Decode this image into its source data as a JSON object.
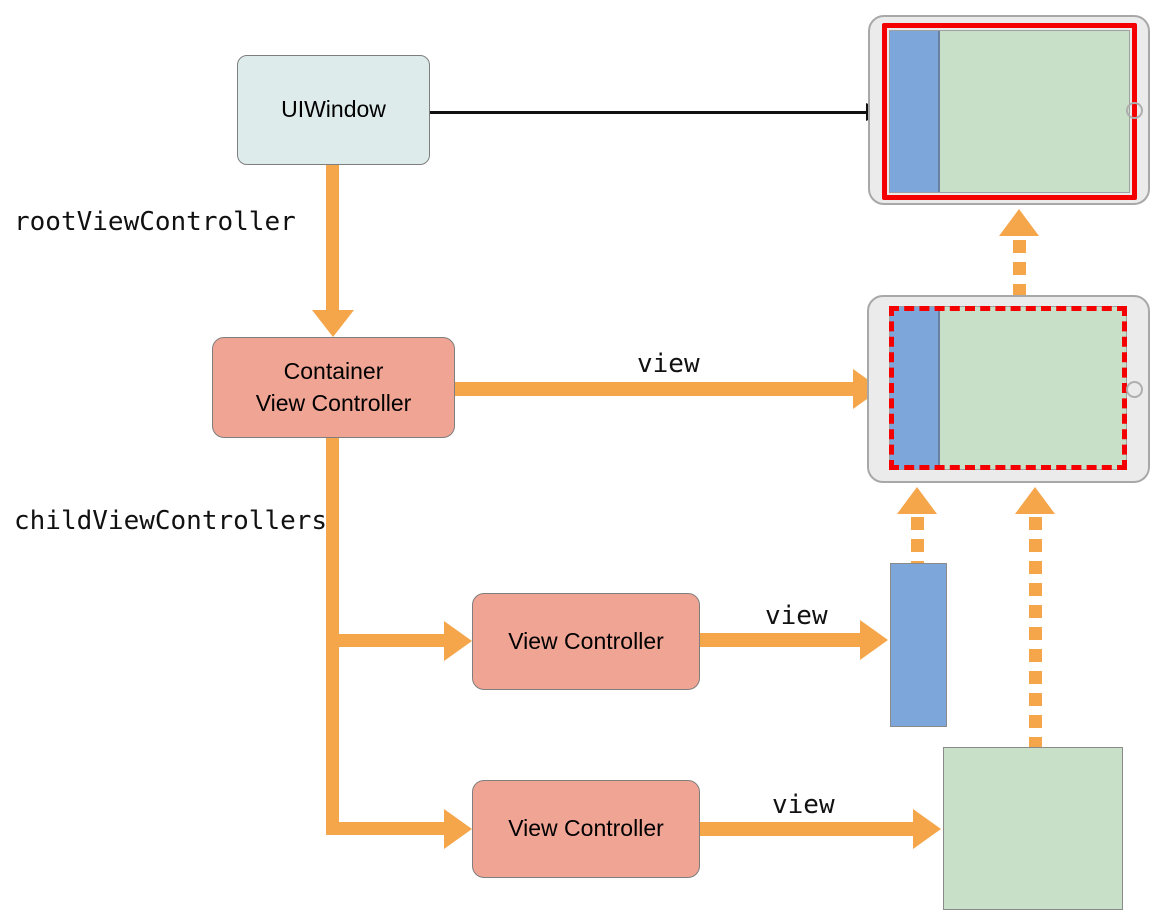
{
  "nodes": {
    "uiwindow": {
      "label": "UIWindow"
    },
    "container_vc": {
      "line1": "Container",
      "line2": "View Controller"
    },
    "child_vc_1": {
      "label": "View Controller"
    },
    "child_vc_2": {
      "label": "View Controller"
    }
  },
  "labels": {
    "root_view_controller": "rootViewController",
    "child_view_controllers": "childViewControllers",
    "view_container": "view",
    "view_child_1": "view",
    "view_child_2": "view"
  },
  "colors": {
    "arrow_orange": "#f5a54a",
    "node_salmon": "#f0a494",
    "node_window_fill": "#deebeb",
    "sidebar_blue": "#7da7da",
    "content_green": "#c8dfc8",
    "highlight_red": "#f40000",
    "device_body_gray": "#ebebeb",
    "black_arrow": "#111111"
  }
}
